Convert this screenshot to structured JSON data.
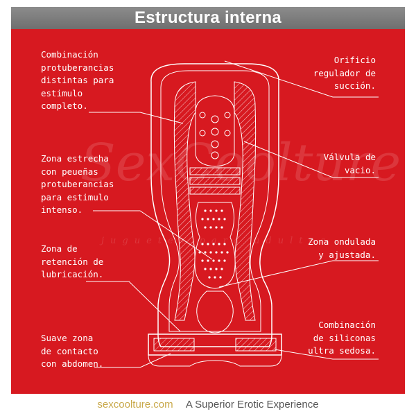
{
  "header": {
    "title": "Estructura interna"
  },
  "labels": {
    "left_1": "Combinación\nprotuberancias\ndistintas para\nestimulo\ncompleto.",
    "left_2": "Zona estrecha\ncon peueñas\nprotuberancias\npara estimulo\nintenso.",
    "left_3": "Zona de\nretención de\nlubricación.",
    "left_4": "Suave zona\nde contacto\ncon abdomen.",
    "right_1": "Orificio\nregulador de\nsucción.",
    "right_2": "Válvula de\nvacio.",
    "right_3": "Zona ondulada\ny ajustada.",
    "right_4": "Combinación\nde siliconas\nultra sedosa."
  },
  "watermark": {
    "brand": "SexCoolture",
    "sub": "juguetes para adultos"
  },
  "footer": {
    "site": "sexcoolture.com",
    "tagline": "A Superior Erotic Experience"
  },
  "colors": {
    "panel": "#d71920",
    "header": "#7a7a7a",
    "site": "#c9a94b",
    "tagline": "#555555"
  }
}
